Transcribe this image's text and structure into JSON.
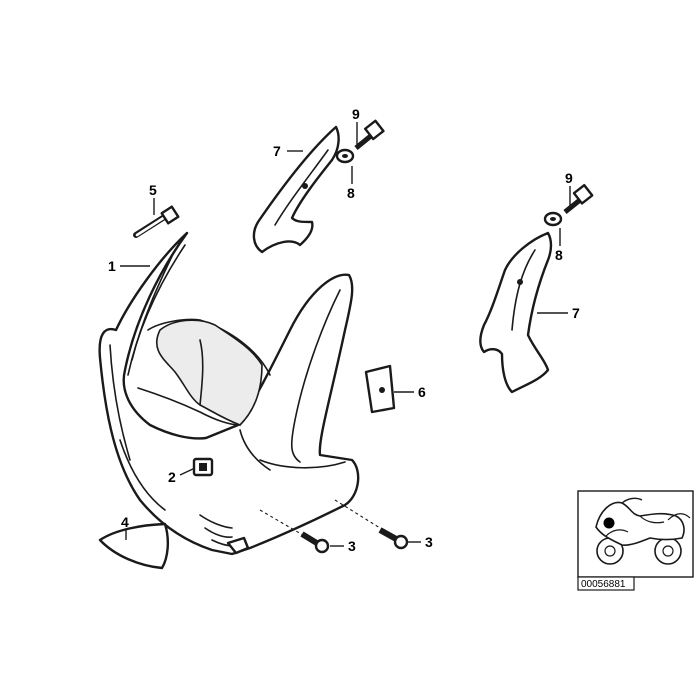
{
  "callouts": {
    "c1": "1",
    "c2": "2",
    "c3a": "3",
    "c3b": "3",
    "c4": "4",
    "c5": "5",
    "c6": "6",
    "c7a": "7",
    "c7b": "7",
    "c8a": "8",
    "c8b": "8",
    "c9a": "9",
    "c9b": "9"
  },
  "thumbnail": {
    "ref_number": "00056881"
  },
  "colors": {
    "line": "#1a1a1a",
    "background": "#ffffff"
  }
}
